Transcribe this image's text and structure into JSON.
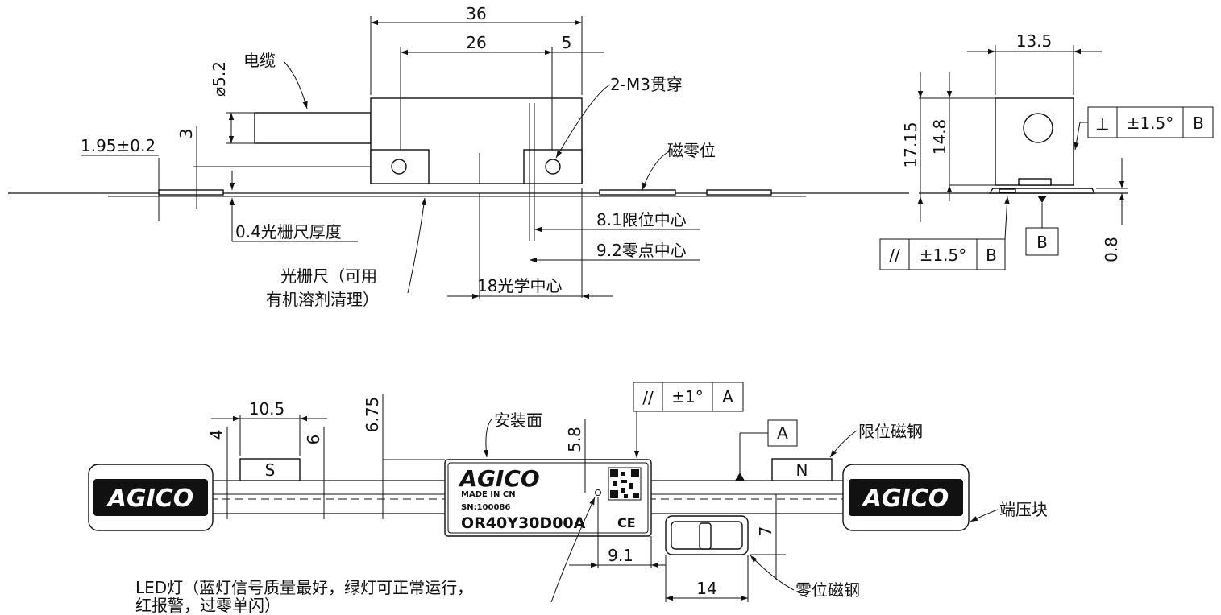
{
  "top_view": {
    "dims": {
      "d36": "36",
      "d26": "26",
      "d5": "5",
      "d52": "⌀5.2",
      "d3": "3",
      "d195": "1.95±0.2",
      "d04": "0.4光栅尺厚度",
      "d81": "8.1限位中心",
      "d92": "9.2零点中心",
      "d18": "18光学中心"
    },
    "labels": {
      "cable": "电缆",
      "holes": "2-M3贯穿",
      "mag_zero": "磁零位",
      "scale_1": "光栅尺（可用",
      "scale_2": "有机溶剂清理）"
    }
  },
  "side_view": {
    "dims": {
      "d135": "13.5",
      "d1715": "17.15",
      "d148": "14.8",
      "d08": "0.8"
    },
    "fcf_perp": {
      "symbol": "⊥",
      "tol": "±1.5°",
      "datum": "B"
    },
    "fcf_par": {
      "symbol": "//",
      "tol": "±1.5°",
      "datum": "B"
    },
    "datum_b": "B"
  },
  "bottom_view": {
    "dims": {
      "d105": "10.5",
      "d4": "4",
      "d6": "6",
      "d675": "6.75",
      "d58": "5.8",
      "d91": "9.1",
      "d14": "14",
      "d7": "7"
    },
    "fcf_par": {
      "symbol": "//",
      "tol": "±1°",
      "datum": "A"
    },
    "datum_a": "A",
    "magnet_s": "S",
    "magnet_n": "N",
    "logo": "AGICO",
    "reader": {
      "logo": "AGICO",
      "made": "MADE IN CN",
      "sn": "SN:100086",
      "model": "OR40Y30D00A",
      "ce": "CE"
    },
    "labels": {
      "mount": "安装面",
      "limit_mag": "限位磁钢",
      "end_block": "端压块",
      "zero_mag": "零位磁钢",
      "led_1": "LED灯（蓝灯信号质量最好，绿灯可正常运行，",
      "led_2": "红报警，过零单闪）"
    }
  }
}
